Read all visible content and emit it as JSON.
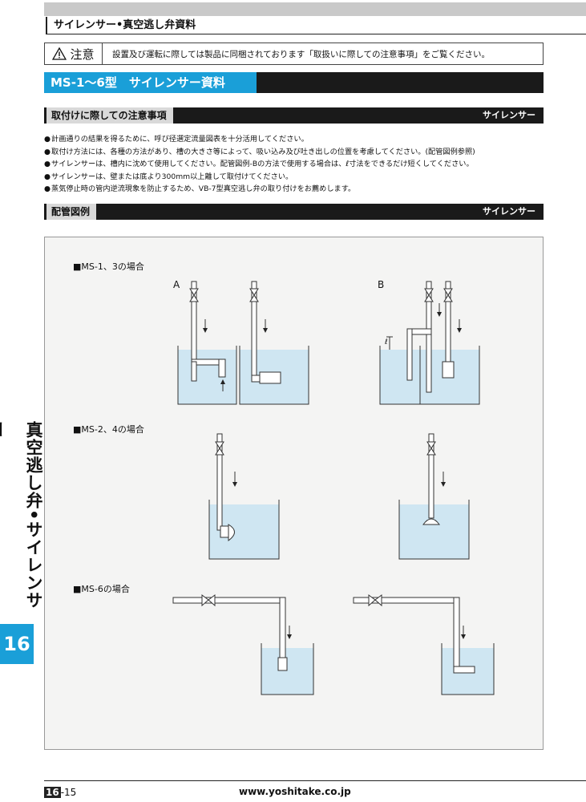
{
  "header": {
    "title": "サイレンサー•真空逃し弁資料"
  },
  "caution": {
    "label": "注意",
    "text": "設置及び運転に際しては製品に同梱されております「取扱いに際しての注意事項」をご覧ください。"
  },
  "main_title": "MS-1～6型　サイレンサー資料",
  "section1": {
    "label": "取付けに際しての注意事項",
    "tag": "サイレンサー"
  },
  "notes": [
    "計画通りの結果を得るために、呼び径選定流量図表を十分活用してください。",
    "取付け方法には、各種の方法があり、槽の大きさ等によって、吸い込み及び吐き出しの位置を考慮してください。(配管図例参照)",
    "サイレンサーは、槽内に沈めて使用してください。配管図例-Bの方法で使用する場合は、ℓ寸法をできるだけ短くしてください。",
    "サイレンサーは、壁または底より300mm以上離して取付けてください。",
    "蒸気停止時の管内逆流現象を防止するため、VB-7型真空逃し弁の取り付けをお薦めします。"
  ],
  "section2": {
    "label": "配管図例",
    "tag": "サイレンサー"
  },
  "cases": {
    "ms13": "■MS-1、3の場合",
    "ms24": "■MS-2、4の場合",
    "ms6": "■MS-6の場合",
    "a": "A",
    "b": "B",
    "ell": "ℓ"
  },
  "side_tab": "真空逃し弁•サイレンサー",
  "page_badge": "16",
  "footer": {
    "chapter": "16",
    "page": "-15",
    "url": "www.yoshitake.co.jp"
  },
  "colors": {
    "accent": "#1a9fd8",
    "water": "#cfe6f2",
    "tank_line": "#333333"
  }
}
